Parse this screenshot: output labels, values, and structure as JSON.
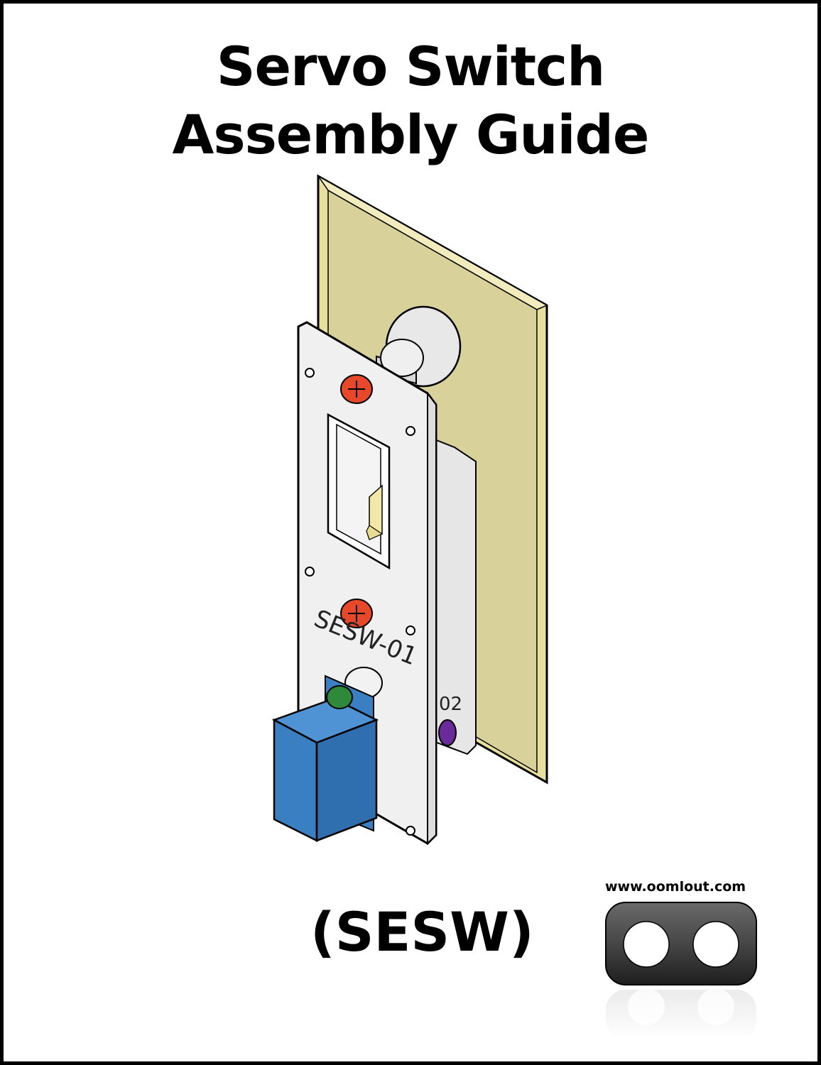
{
  "document": {
    "title_line1": "Servo Switch",
    "title_line2": "Assembly Guide",
    "product_code": "(SESW)",
    "website": "www.oomlout.com"
  },
  "illustration": {
    "front_plate_label": "SESW-01",
    "back_plate_label_fragment": "02",
    "colors": {
      "wall_plate": "#e6df9e",
      "acrylic": "#eeeeee",
      "screw_red": "#e8482a",
      "screw_green": "#2e8a3a",
      "screw_purple": "#6a2a9a",
      "servo_blue": "#3a7fc1",
      "switch_toggle": "#f2e7a6"
    }
  },
  "logo": {
    "name": "oomlout-logo-icon",
    "colors": {
      "body": "#4a4a4a",
      "eyes": "#ffffff"
    }
  }
}
